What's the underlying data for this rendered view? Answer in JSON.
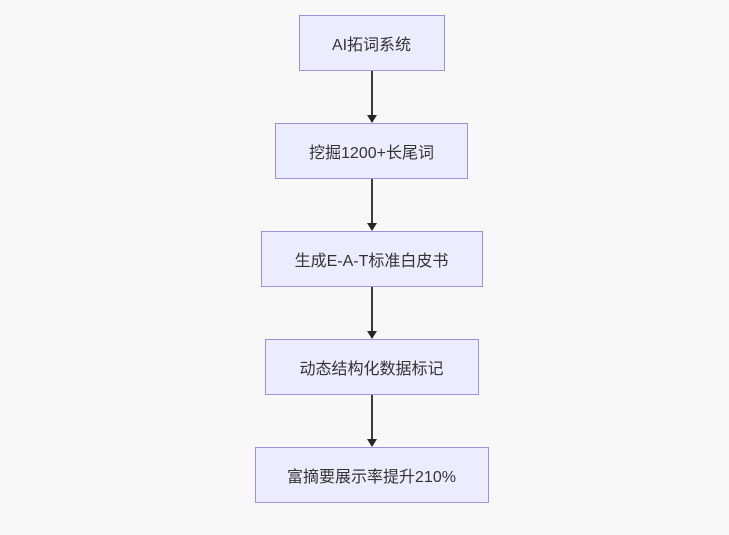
{
  "diagram": {
    "type": "flowchart",
    "direction": "top-down",
    "nodes": [
      {
        "id": "n1",
        "label": "AI拓词系统"
      },
      {
        "id": "n2",
        "label": "挖掘1200+长尾词"
      },
      {
        "id": "n3",
        "label": "生成E-A-T标准白皮书"
      },
      {
        "id": "n4",
        "label": "动态结构化数据标记"
      },
      {
        "id": "n5",
        "label": "富摘要展示率提升210%"
      }
    ],
    "edges": [
      {
        "from": "n1",
        "to": "n2"
      },
      {
        "from": "n2",
        "to": "n3"
      },
      {
        "from": "n3",
        "to": "n4"
      },
      {
        "from": "n4",
        "to": "n5"
      }
    ],
    "colors": {
      "node_fill": "#ECECFF",
      "node_border": "#a18fd8",
      "arrow": "#333333",
      "text": "#333333",
      "background": "#f8f8f8"
    }
  }
}
